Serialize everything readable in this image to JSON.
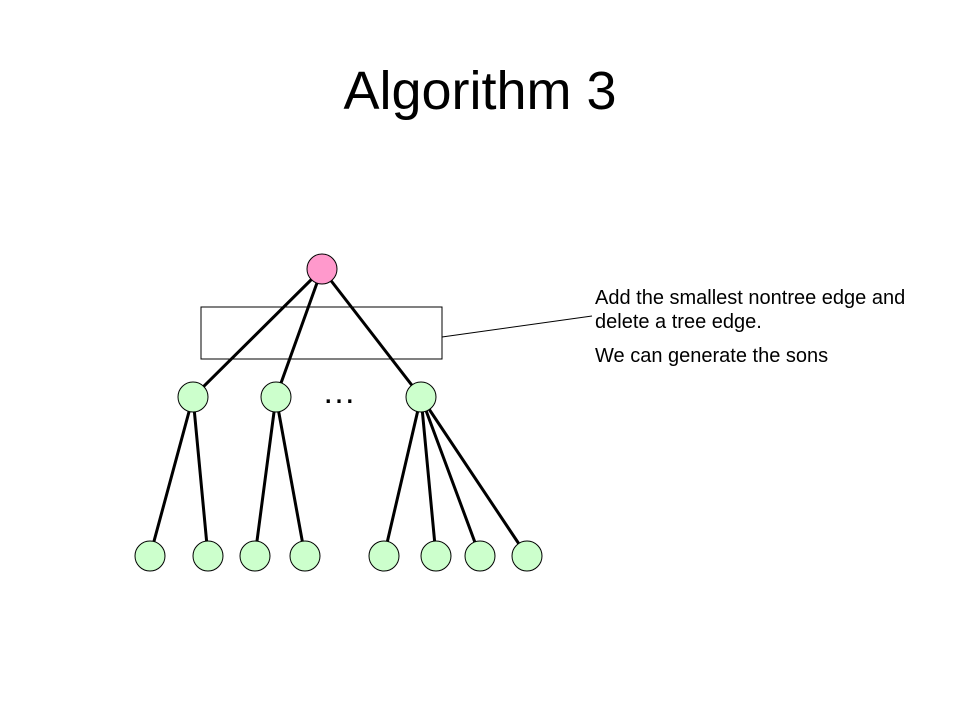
{
  "slide": {
    "title": "Algorithm 3",
    "annotation": {
      "line1": "Add the smallest nontree edge and delete a tree edge.",
      "line2": "We can generate the sons"
    },
    "ellipsis": "…"
  },
  "colors": {
    "root_node": "#ff99cc",
    "child_node": "#ccffcc",
    "stroke": "#000000"
  }
}
